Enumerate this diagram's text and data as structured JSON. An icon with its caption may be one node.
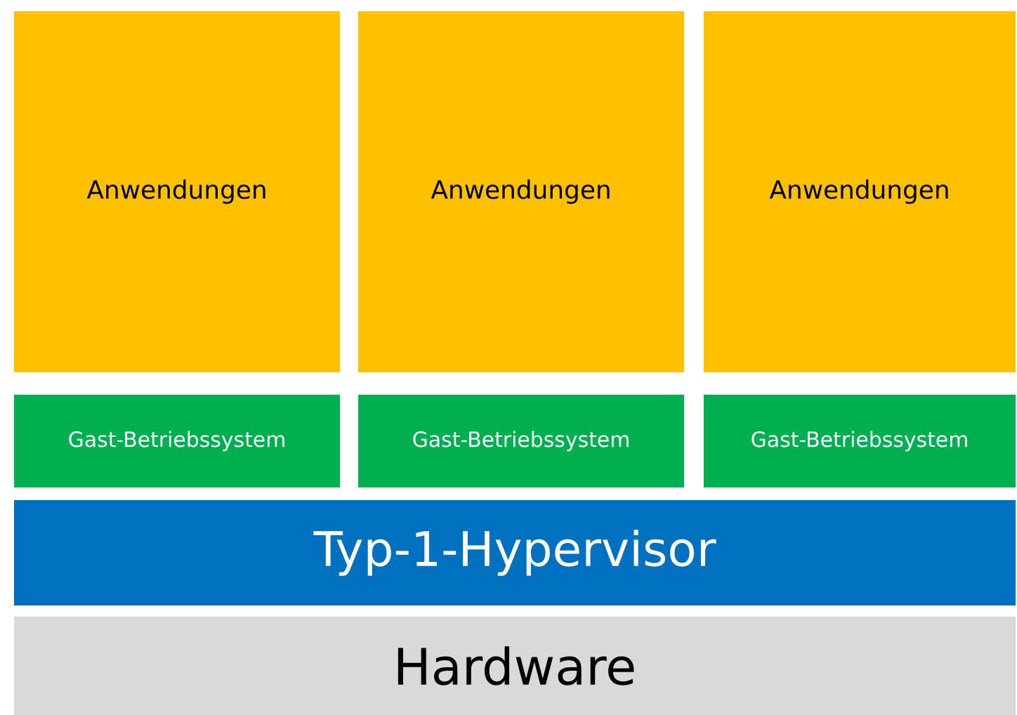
{
  "diagram": {
    "nodes": [
      {
        "text": [
          "Anwendungen"
        ]
      },
      {
        "text": [
          "Anwendungen"
        ]
      },
      {
        "text": [
          "Anwendungen"
        ]
      },
      {
        "text": [
          "Gast-Betriebssystem"
        ]
      },
      {
        "text": [
          "Gast-Betriebssystem"
        ]
      },
      {
        "text": [
          "Gast-Betriebssystem"
        ]
      },
      {
        "text": [
          "Typ-1-Hypervisor"
        ]
      },
      {
        "text": [
          "Hardware"
        ]
      }
    ]
  }
}
